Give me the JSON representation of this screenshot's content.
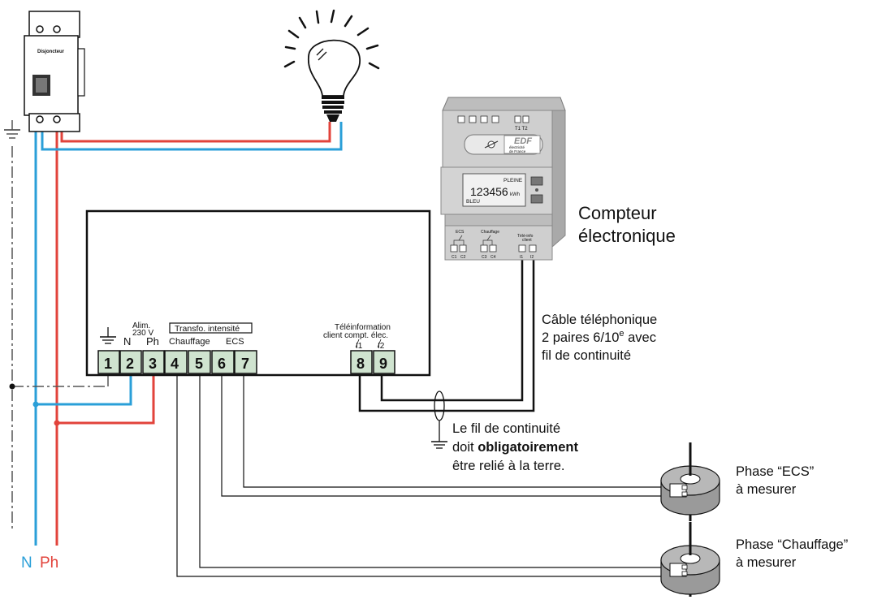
{
  "colors": {
    "neutral": "#2a9fd8",
    "phase": "#e2433b",
    "wire": "#111111",
    "terminal": "#cfe3cf",
    "meter": "#c9c9c9"
  },
  "breaker": {
    "label": "Disjoncteur"
  },
  "bulb": {
    "icon": "light-bulb-icon"
  },
  "module": {
    "alim_label": "Alim.",
    "voltage_label": "230 V",
    "n_label": "N",
    "ph_label": "Ph",
    "transfo_label": "Transfo. intensité",
    "chauffage_label": "Chauffage",
    "ecs_label": "ECS",
    "teleinfo_label1": "Téléinformation",
    "teleinfo_label2": "client compt. élec.",
    "i1_label": "I1",
    "i2_label": "I2",
    "terminals": [
      "1",
      "2",
      "3",
      "4",
      "5",
      "6",
      "7",
      "8",
      "9"
    ]
  },
  "meter": {
    "brand": "EDF",
    "brand_sub1": "électricité",
    "brand_sub2": "de France",
    "t_labels": "T1  T2",
    "pleine": "PLEINE",
    "reading": "123456",
    "unit": "kWh",
    "bleu": "BLEU",
    "ecs": "ECS",
    "chauffage": "Chauffage",
    "teleinfo1": "Télé-info",
    "teleinfo2": "client",
    "c_labels": [
      "C1",
      "C2",
      "C3",
      "C4",
      "I1",
      "I2"
    ],
    "title_line1": "Compteur",
    "title_line2": "électronique"
  },
  "cable_note": {
    "line1": "Câble téléphonique",
    "line2a": "2 paires 6/10",
    "line2_sup": "e",
    "line2b": " avec",
    "line3": "fil de continuité"
  },
  "ground_note": {
    "line1": "Le fil de continuité",
    "line2a": "doit ",
    "line2_bold": "obligatoirement",
    "line3": "être relié à la terre."
  },
  "sensors": [
    {
      "line1": "Phase “ECS”",
      "line2": "à mesurer"
    },
    {
      "line1": "Phase “Chauffage”",
      "line2": "à mesurer"
    }
  ],
  "bottom_labels": {
    "n": "N",
    "ph": "Ph"
  }
}
